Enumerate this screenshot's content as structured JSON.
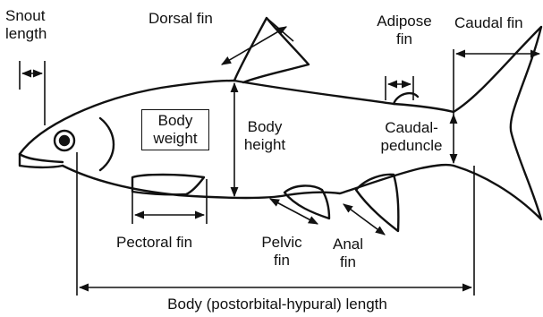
{
  "labels": {
    "snout_length": [
      "Snout",
      "length"
    ],
    "dorsal_fin": "Dorsal fin",
    "adipose_fin": [
      "Adipose",
      "fin"
    ],
    "caudal_fin": "Caudal fin",
    "body_weight": [
      "Body",
      "weight"
    ],
    "body_height": [
      "Body",
      "height"
    ],
    "caudal_peduncle": [
      "Caudal-",
      "peduncle"
    ],
    "pectoral_fin": "Pectoral fin",
    "pelvic_fin": [
      "Pelvic",
      "fin"
    ],
    "anal_fin": [
      "Anal",
      "fin"
    ],
    "body_length": "Body (postorbital-hypural) length"
  },
  "colors": {
    "ink": "#111111",
    "background": "#ffffff"
  }
}
